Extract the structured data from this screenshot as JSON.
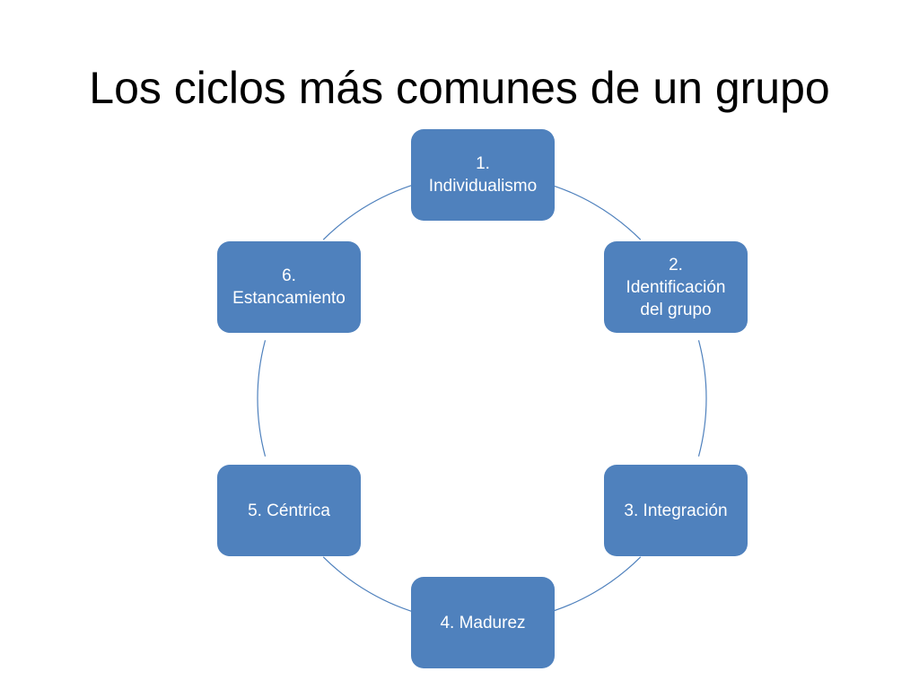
{
  "slide": {
    "title": "Los ciclos más comunes de un grupo"
  },
  "colors": {
    "node_fill": "#4f81bd",
    "node_text": "#ffffff",
    "connector": "#4f81bd"
  },
  "cycle": {
    "nodes": [
      {
        "id": "individualismo",
        "line1": "1.",
        "line2": "Individualismo",
        "line3": ""
      },
      {
        "id": "identificacion",
        "line1": "2.",
        "line2": "Identificación",
        "line3": "del grupo"
      },
      {
        "id": "integracion",
        "line1": "3. Integración",
        "line2": "",
        "line3": ""
      },
      {
        "id": "madurez",
        "line1": "4. Madurez",
        "line2": "",
        "line3": ""
      },
      {
        "id": "centrica",
        "line1": "5. Céntrica",
        "line2": "",
        "line3": ""
      },
      {
        "id": "estancamiento",
        "line1": "6.",
        "line2": "Estancamiento",
        "line3": ""
      }
    ]
  }
}
